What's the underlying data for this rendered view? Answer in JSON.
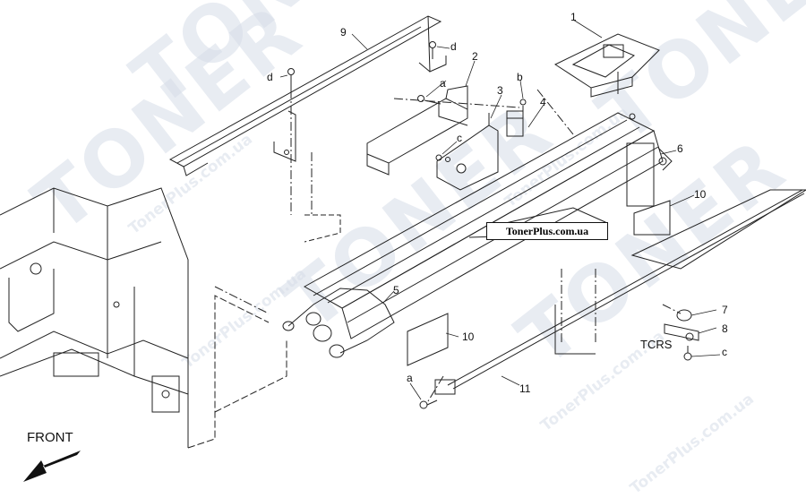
{
  "watermark": {
    "brand": "TONER",
    "site": "TonerPlus.com.ua"
  },
  "site_tag": "TonerPlus.com.ua",
  "orientation_label": "FRONT",
  "part_labels": {
    "p1": "1",
    "p2": "2",
    "p3": "3",
    "p4": "4",
    "p5": "5",
    "p6": "6",
    "p7": "7",
    "p8": "8",
    "p9": "9",
    "p10a": "10",
    "p10b": "10",
    "p11": "11"
  },
  "screw_labels": {
    "a_top": "a",
    "a_bottom": "a",
    "b": "b",
    "c_mid": "c",
    "c_right": "c",
    "d_left": "d",
    "d_right": "d"
  },
  "sensor_label": "TCRS",
  "colors": {
    "line": "#222222",
    "watermark": "#d6dde8"
  }
}
